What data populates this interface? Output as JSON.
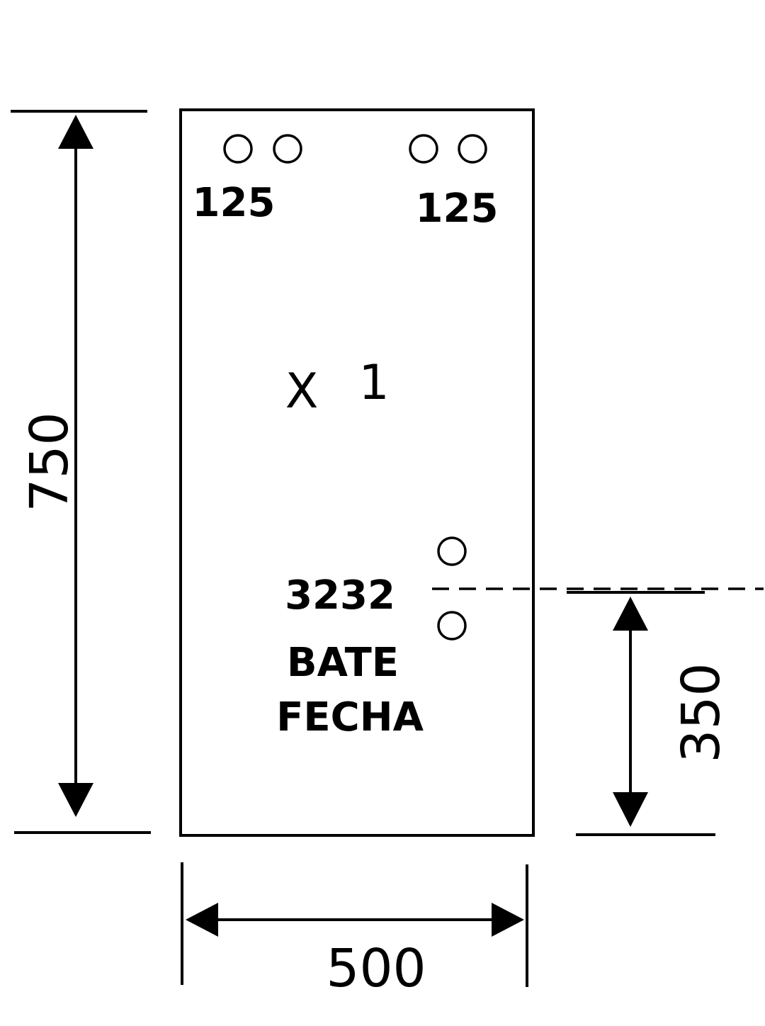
{
  "panel": {
    "hinge_label_left": "125",
    "hinge_label_right": "125",
    "quantity_marker": "X",
    "quantity_value": "1",
    "handle_label_line1": "3232",
    "handle_label_line2": "BATE",
    "handle_label_line3": "FECHA"
  },
  "dimensions": {
    "height": "750",
    "width": "500",
    "handle_height": "350"
  },
  "colors": {
    "stroke": "#000000",
    "background": "#ffffff"
  }
}
